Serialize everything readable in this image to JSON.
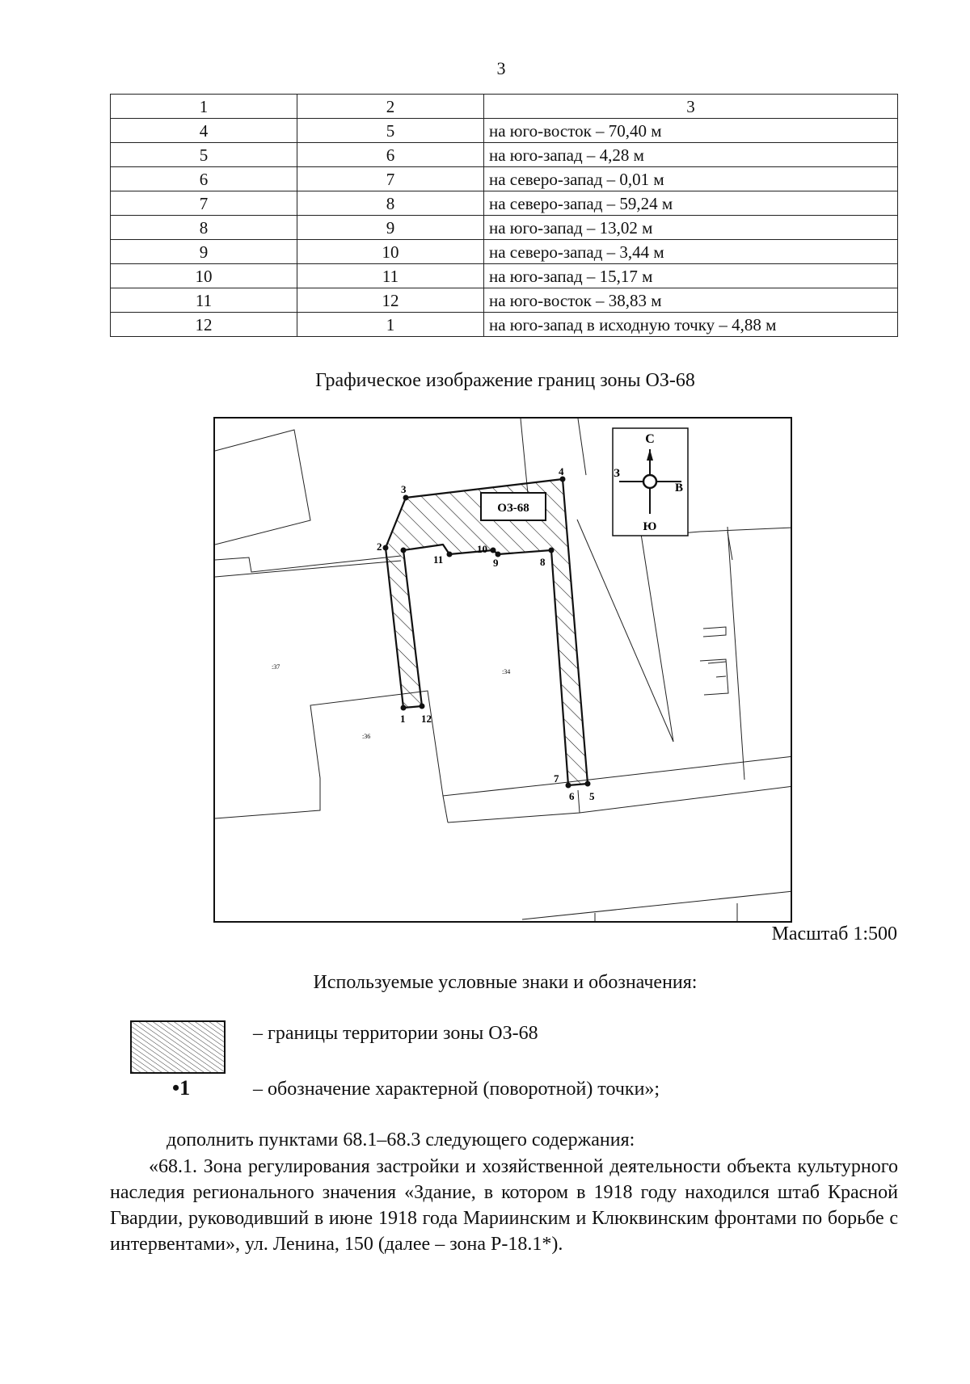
{
  "page_number": "3",
  "table": {
    "header": [
      "1",
      "2",
      "3"
    ],
    "rows": [
      {
        "from": "4",
        "to": "5",
        "desc": "на юго-восток – 70,40 м"
      },
      {
        "from": "5",
        "to": "6",
        "desc": "на юго-запад – 4,28 м"
      },
      {
        "from": "6",
        "to": "7",
        "desc": "на северо-запад – 0,01 м"
      },
      {
        "from": "7",
        "to": "8",
        "desc": "на северо-запад – 59,24 м"
      },
      {
        "from": "8",
        "to": "9",
        "desc": "на юго-запад – 13,02 м"
      },
      {
        "from": "9",
        "to": "10",
        "desc": "на северо-запад – 3,44 м"
      },
      {
        "from": "10",
        "to": "11",
        "desc": "на юго-запад – 15,17 м"
      },
      {
        "from": "11",
        "to": "12",
        "desc": "на юго-восток – 38,83 м"
      },
      {
        "from": "12",
        "to": "1",
        "desc": "на юго-запад в исходную точку – 4,88 м"
      }
    ]
  },
  "figure": {
    "title": "Графическое изображение границ зоны ОЗ-68",
    "zone_label": "ОЗ-68",
    "parcel_labels": {
      "p37": ":37",
      "p34": ":34",
      "p36": ":36"
    },
    "point_labels": [
      "1",
      "2",
      "3",
      "4",
      "5",
      "6",
      "7",
      "8",
      "9",
      "10",
      "11",
      "12"
    ],
    "compass": {
      "north": "С",
      "east": "В",
      "south": "Ю",
      "west": "З"
    },
    "scale": "Масштаб 1:500"
  },
  "legend": {
    "title": "Используемые условные знаки и обозначения:",
    "item1": "– границы территории зоны ОЗ-68",
    "point_symbol": "•1",
    "item2": "– обозначение характерной (поворотной) точки»;"
  },
  "text": {
    "intro": "дополнить пунктами 68.1–68.3 следующего содержания:",
    "body": "«68.1. Зона регулирования застройки и хозяйственной деятельности объекта культурного наследия регионального значения «Здание, в котором в 1918 году находился штаб Красной Гвардии, руководивший в июне 1918 года Мариинским и Клюквинским фронтами по борьбе с интервентами», ул. Ленина, 150 (далее – зона Р-18.1*)."
  },
  "colors": {
    "ink": "#111111",
    "paper": "#ffffff"
  }
}
